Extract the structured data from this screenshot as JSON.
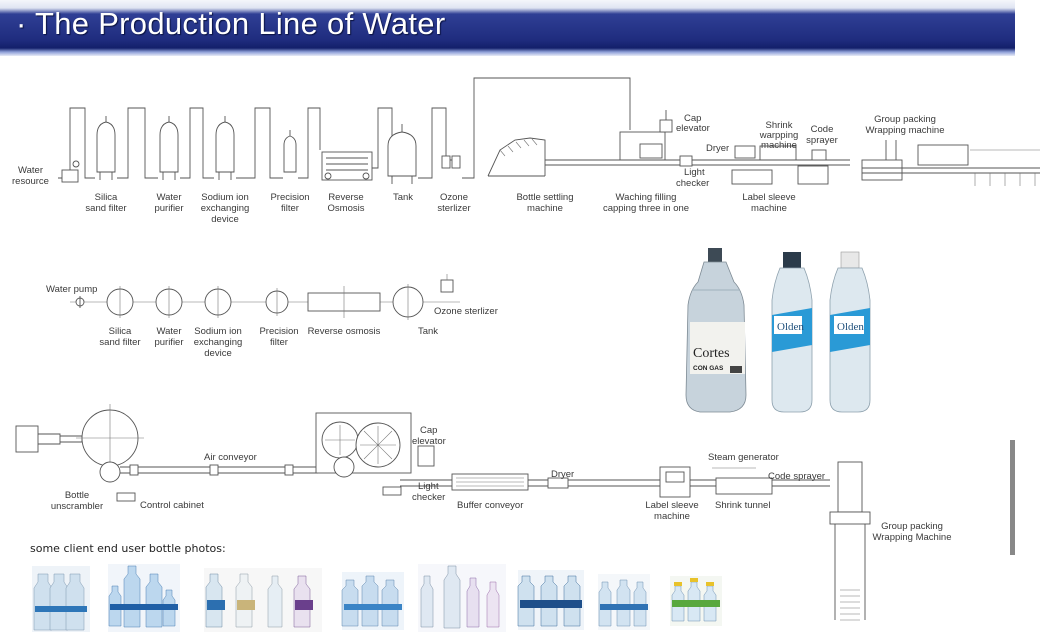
{
  "header": {
    "title": "· The Production Line of Water"
  },
  "process_top": {
    "water_resource": [
      "Water",
      "resource"
    ],
    "silica": [
      "Silica",
      "sand filter"
    ],
    "purifier": [
      "Water",
      "purifier"
    ],
    "sodium": [
      "Sodium ion",
      "exchanging",
      "device"
    ],
    "precision": [
      "Precision",
      "filter"
    ],
    "reverse": [
      "Reverse",
      "Osmosis"
    ],
    "tank": "Tank",
    "ozone": [
      "Ozone",
      "sterlizer"
    ],
    "bottle_settling": [
      "Bottle settling",
      "machine"
    ],
    "washing": [
      "Waching filling",
      "capping three in one"
    ],
    "cap_elevator": [
      "Cap",
      "elevator"
    ],
    "light_checker": [
      "Light",
      "checker"
    ],
    "dryer": "Dryer",
    "shrink": [
      "Shrink",
      "warpping",
      "machine"
    ],
    "code_sprayer": [
      "Code",
      "sprayer"
    ],
    "label_sleeve": [
      "Label sleeve",
      "machine"
    ],
    "group_packing": [
      "Group packing",
      "Wrapping machine"
    ]
  },
  "process_mid": {
    "water_pump": "Water pump",
    "silica": [
      "Silica",
      "sand filter"
    ],
    "purifier": [
      "Water",
      "purifier"
    ],
    "sodium": [
      "Sodium ion",
      "exchanging",
      "device"
    ],
    "precision": [
      "Precision",
      "filter"
    ],
    "reverse": "Reverse osmosis",
    "tank": "Tank",
    "ozone": "Ozone sterlizer"
  },
  "process_bottom": {
    "air_conveyor": "Air conveyor",
    "cap_elevator": [
      "Cap",
      "elevator"
    ],
    "bottle_unscrambler": [
      "Bottle",
      "unscrambler"
    ],
    "control_cabinet": "Control cabinet",
    "light_checker": [
      "Light",
      "checker"
    ],
    "buffer_conveyor": "Buffer conveyor",
    "dryer": "Dryer",
    "label_sleeve": [
      "Label sleeve",
      "machine"
    ],
    "steam_generator": "Steam generator",
    "shrink_tunnel": "Shrink tunnel",
    "code_sprayer": "Code sprayer",
    "group_packing": [
      "Group packing",
      "Wrapping Machine"
    ]
  },
  "bottles": {
    "cortes_brand": "Cortes",
    "cortes_sub": "CON GAS",
    "olden_brand": "Olden"
  },
  "client_note": "some client end user bottle photos:",
  "colors": {
    "header_blue": "#1f2c7e",
    "bottle_blue": "#2a9ad6"
  }
}
